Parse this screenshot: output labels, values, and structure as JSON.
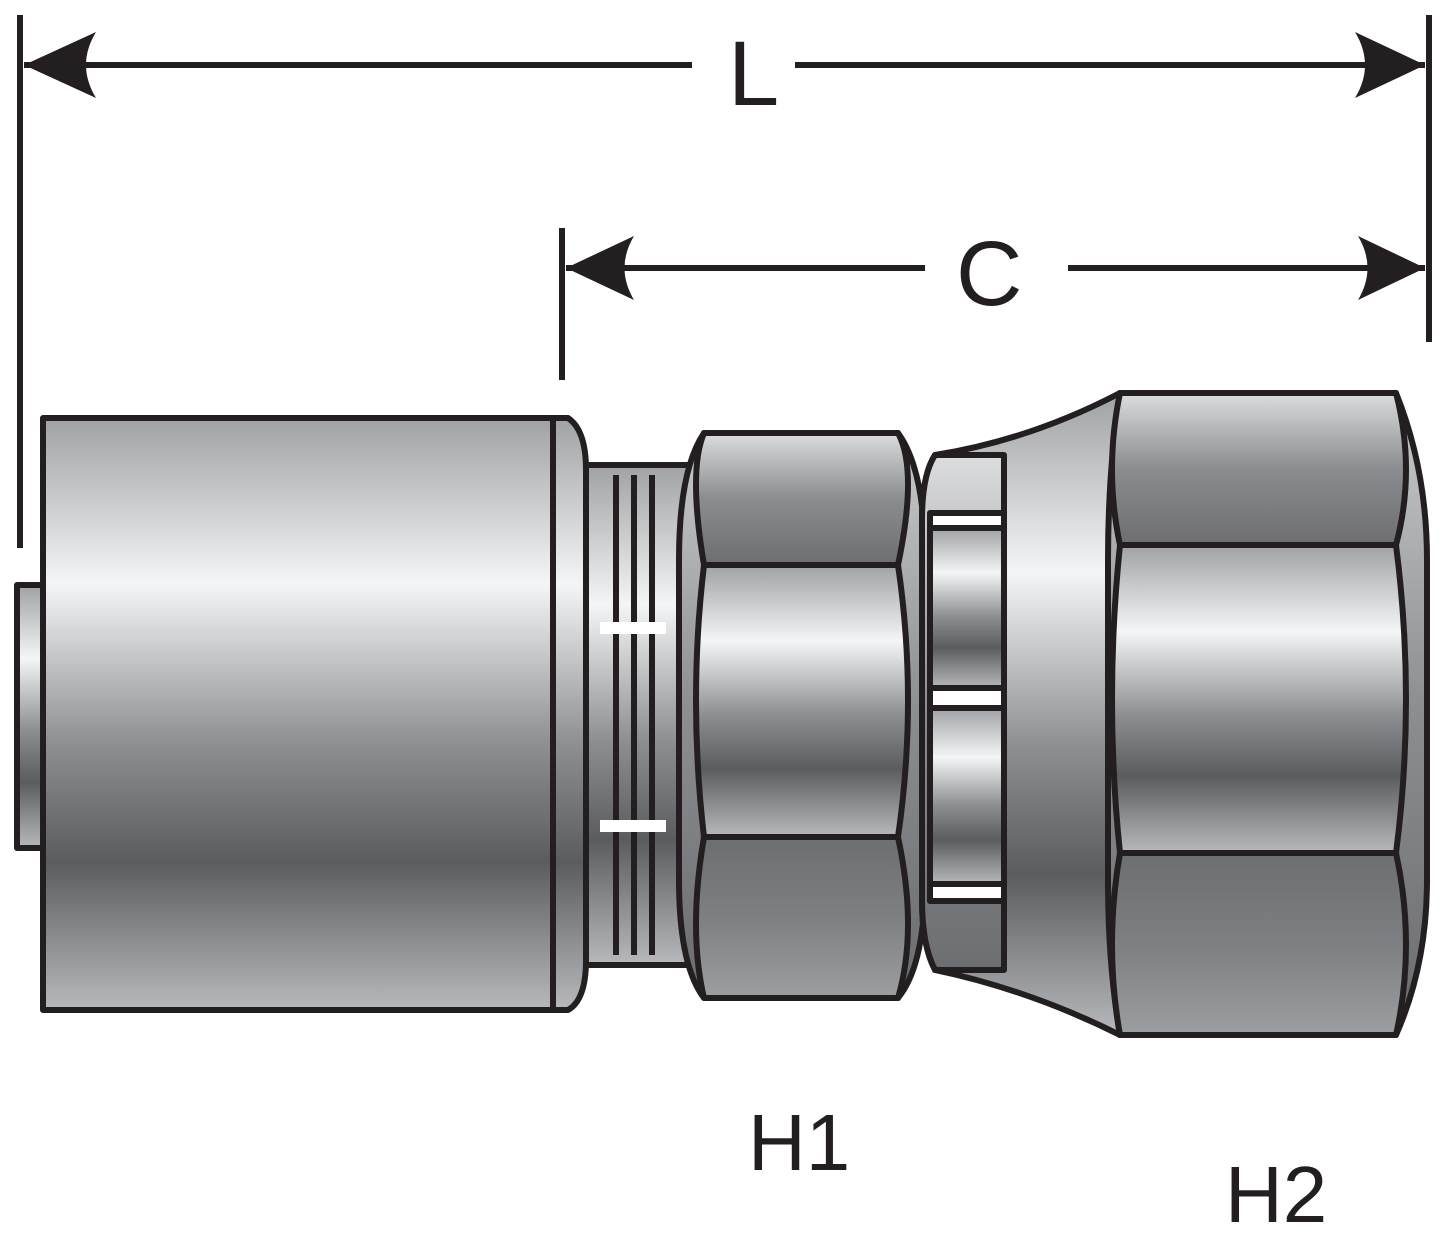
{
  "dimensions": {
    "overall_length_label": "L",
    "cut_length_label": "C"
  },
  "parts": {
    "hex1_label": "H1",
    "hex2_label": "H2"
  },
  "colors": {
    "line": "#231f20",
    "metal_light": "#f2f3f4",
    "metal_dark": "#5b5c5f"
  }
}
